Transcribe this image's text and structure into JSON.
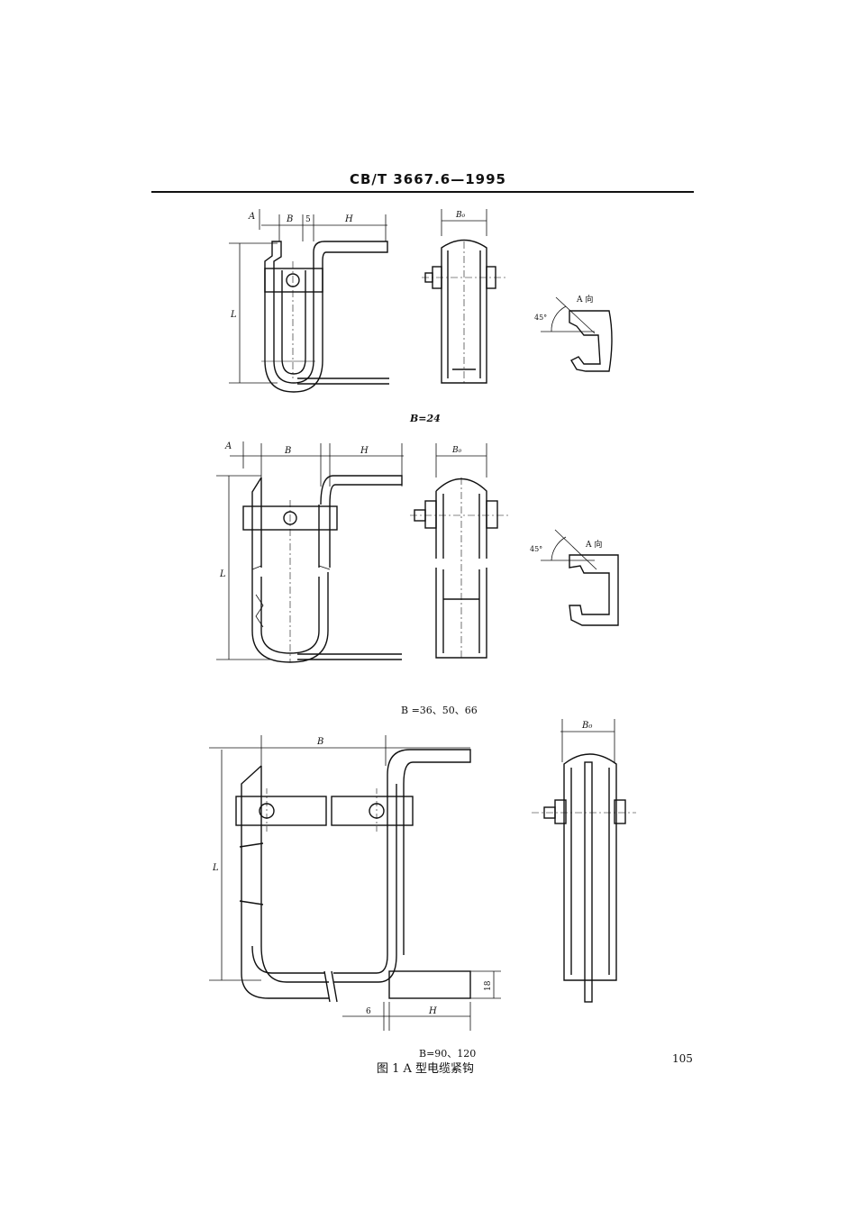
{
  "header": {
    "standard_number": "CB/T 3667.6—1995"
  },
  "figure": {
    "panel1": {
      "caption": "B=24",
      "dims": {
        "A": "A",
        "B": "B",
        "five": "5",
        "H": "H",
        "L": "L",
        "B0": "B₀"
      },
      "view_label": "A 向",
      "angle_label": "45°"
    },
    "panel2": {
      "caption": "B =36、50、66",
      "dims": {
        "A": "A",
        "B": "B",
        "H": "H",
        "L": "L",
        "B0": "B₀"
      },
      "view_label": "A 向",
      "angle_label": "45°"
    },
    "panel3": {
      "caption": "B=90、120",
      "dims": {
        "B": "B",
        "L": "L",
        "B0": "B₀",
        "six": "6",
        "H": "H",
        "eighteen": "18"
      }
    },
    "title": "图 1   A 型电缆紧钩"
  },
  "page_number": "105"
}
